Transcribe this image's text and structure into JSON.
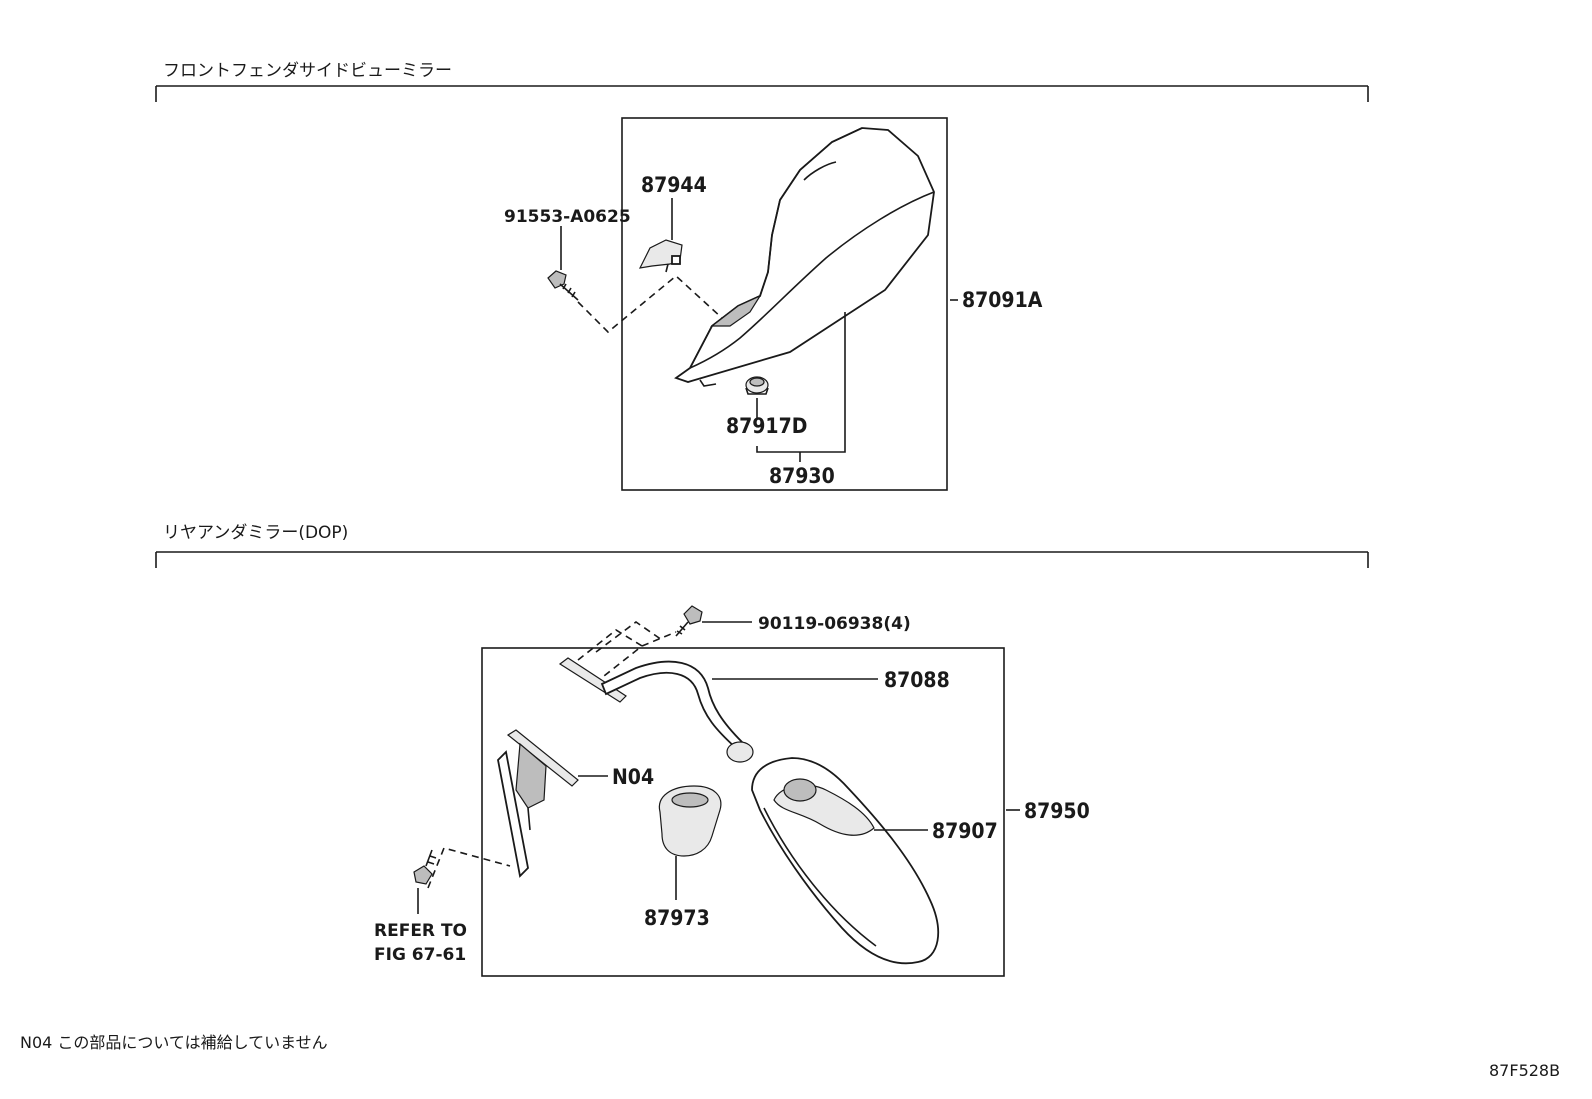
{
  "drawing_id": "87F528B",
  "note": "N04 この部品については補給していません",
  "sections": [
    {
      "title": "フロントフェンダサイドビューミラー",
      "callouts": {
        "bolt": "91553-A0625",
        "cover": "87944",
        "assembly": "87091A",
        "grommet": "87917D",
        "mirror_sub": "87930"
      }
    },
    {
      "title": "リヤアンダミラー(DOP)",
      "callouts": {
        "screw": "90119-06938(4)",
        "stay": "87088",
        "bracket": "N04",
        "mirror": "87907",
        "assembly": "87950",
        "cover": "87973",
        "refer_line1": "REFER TO",
        "refer_line2": "FIG 67-61"
      }
    }
  ]
}
